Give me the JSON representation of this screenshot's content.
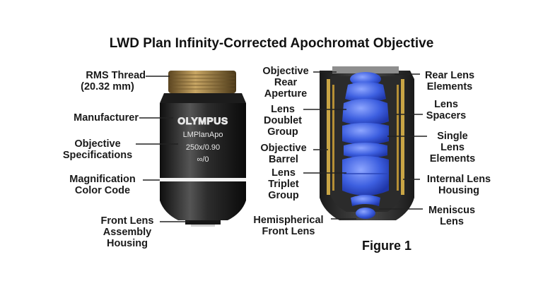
{
  "title": "LWD Plan Infinity-Corrected Apochromat Objective",
  "figure_label": "Figure 1",
  "objective_markings": {
    "brand": "OLYMPUS",
    "model": "LMPlanApo",
    "specs": "250x/0.90",
    "infinity": "∞/0"
  },
  "colors": {
    "lens_blue": "#3d5fe0",
    "barrel_dark": "#2a2a2a",
    "thread_gold": "#a8864a",
    "spacer_gold": "#c9a545"
  },
  "left_labels": {
    "rms_thread": [
      "RMS Thread",
      "(20.32 mm)"
    ],
    "manufacturer": [
      "Manufacturer"
    ],
    "objective_specs": [
      "Objective",
      "Specifications"
    ],
    "magnification_code": [
      "Magnification",
      "Color Code"
    ],
    "front_lens_housing": [
      "Front Lens",
      "Assembly",
      "Housing"
    ]
  },
  "middle_labels": {
    "rear_aperture": [
      "Objective",
      "Rear",
      "Aperture"
    ],
    "doublet": [
      "Lens",
      "Doublet",
      "Group"
    ],
    "barrel": [
      "Objective",
      "Barrel"
    ],
    "triplet": [
      "Lens",
      "Triplet",
      "Group"
    ],
    "hemispherical": [
      "Hemispherical",
      "Front Lens"
    ]
  },
  "right_labels": {
    "rear_elements": [
      "Rear Lens",
      "Elements"
    ],
    "spacers": [
      "Lens",
      "Spacers"
    ],
    "single": [
      "Single",
      "Lens",
      "Elements"
    ],
    "internal_housing": [
      "Internal Lens",
      "Housing"
    ],
    "meniscus": [
      "Meniscus",
      "Lens"
    ]
  }
}
